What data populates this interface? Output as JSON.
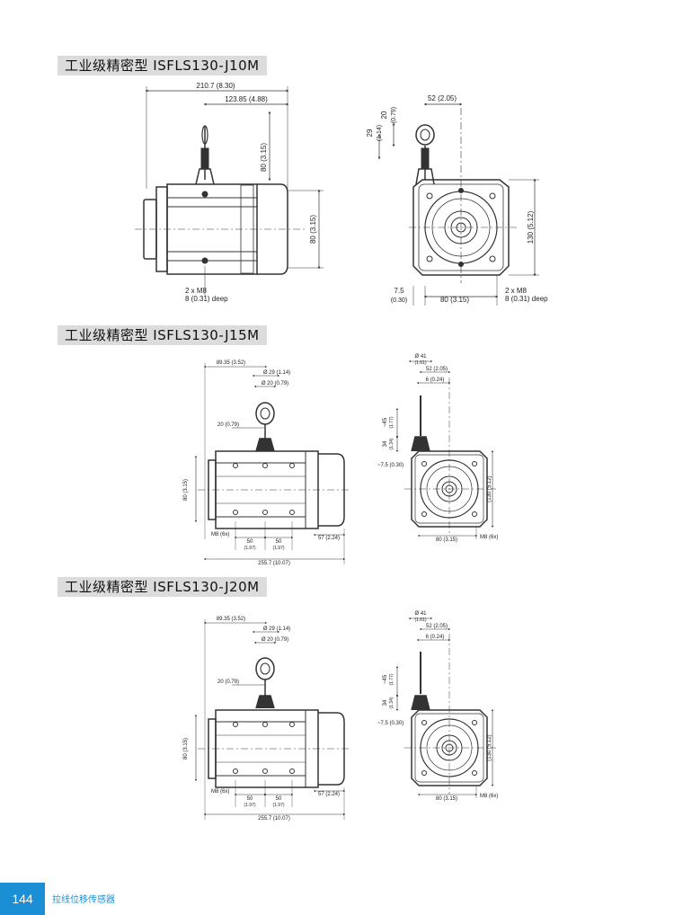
{
  "sections": [
    {
      "title": "工业级精密型 ISFLS130-J10M",
      "side": {
        "dim_total": "210.7 (8.30)",
        "dim_center": "123.85 (4.88)",
        "dim_height_top": "80 (3.15)",
        "dim_height_body": "80 (3.15)",
        "thread_line1": "2 x M8",
        "thread_line2": "8 (0.31) deep"
      },
      "front": {
        "dim_top": "52 (2.05)",
        "dim_20": "20",
        "dim_20b": "(0.79)",
        "dim_29": "29",
        "dim_29b": "(1.14)",
        "dim_height": "130 (5.12)",
        "dim_offset1": "7.5",
        "dim_offset2": "(0.30)",
        "dim_width": "80 (3.15)",
        "thread_line1": "2 x M8",
        "thread_line2": "8 (0.31) deep"
      }
    },
    {
      "title": "工业级精密型 ISFLS130-J15M",
      "side": {
        "dim_a": "89.35 (3.52)",
        "dim_b": "Ø 29 (1.14)",
        "dim_c": "Ø 20 (0.79)",
        "dim_d": "20 (0.79)",
        "dim_e": "80 (3.15)",
        "dim_m8": "M8 (6x)",
        "dim_50a": "50",
        "dim_50a2": "(1.97)",
        "dim_50b": "50",
        "dim_50b2": "(1.97)",
        "dim_57": "57 (2.24)",
        "dim_total": "255.7 (10.07)"
      },
      "front": {
        "dim_41": "Ø 41",
        "dim_41b": "(1.61)",
        "dim_52": "52 (2.05)",
        "dim_6": "6 (0.24)",
        "dim_45": "~45",
        "dim_45b": "(1.77)",
        "dim_34": "34",
        "dim_34b": "(1.34)",
        "dim_75": "~7.5 (0.30)",
        "dim_130": "(130 (5.12)",
        "dim_80": "80 (3.15)",
        "dim_m8": "M8 (6x)"
      }
    },
    {
      "title": "工业级精密型 ISFLS130-J20M",
      "side": {
        "dim_a": "89.35 (3.52)",
        "dim_b": "Ø 29 (1.14)",
        "dim_c": "Ø 20 (0.79)",
        "dim_d": "20 (0.79)",
        "dim_e": "80 (3.15)",
        "dim_m8": "M8 (6x)",
        "dim_50a": "50",
        "dim_50a2": "(1.97)",
        "dim_50b": "50",
        "dim_50b2": "(1.97)",
        "dim_57": "57 (2.24)",
        "dim_total": "255.7 (10.07)"
      },
      "front": {
        "dim_41": "Ø 41",
        "dim_41b": "(1.61)",
        "dim_52": "52 (2.05)",
        "dim_6": "6 (0.24)",
        "dim_45": "~45",
        "dim_45b": "(1.77)",
        "dim_34": "34",
        "dim_34b": "(1.34)",
        "dim_75": "~7.5 (0.30)",
        "dim_130": "(130 (5.12)",
        "dim_80": "80 (3.15)",
        "dim_m8": "M8 (6x)"
      }
    }
  ],
  "footer": {
    "page_number": "144",
    "text": "拉线位移传感器"
  },
  "colors": {
    "accent": "#1b8fd6",
    "title_bg": "#dcdcdc"
  }
}
